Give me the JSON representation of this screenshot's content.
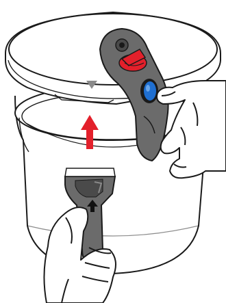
{
  "illustration": {
    "lid_alignment_marker_icon": "triangle-down",
    "upward_arrow_icon": "arrow-up",
    "bottom_handle_arrow_icon": "arrow-up",
    "colors": {
      "outline": "#1a1a1a",
      "lid_fill": "#ffffff",
      "pot_fill": "#ffffff",
      "handle_gray": "#6b6b6b",
      "handle_dark": "#4a4a4a",
      "valve_red": "#e3202b",
      "button_blue": "#1f6fd1",
      "arrow_red": "#e3202b",
      "marker_gray": "#8a8a8a"
    }
  }
}
